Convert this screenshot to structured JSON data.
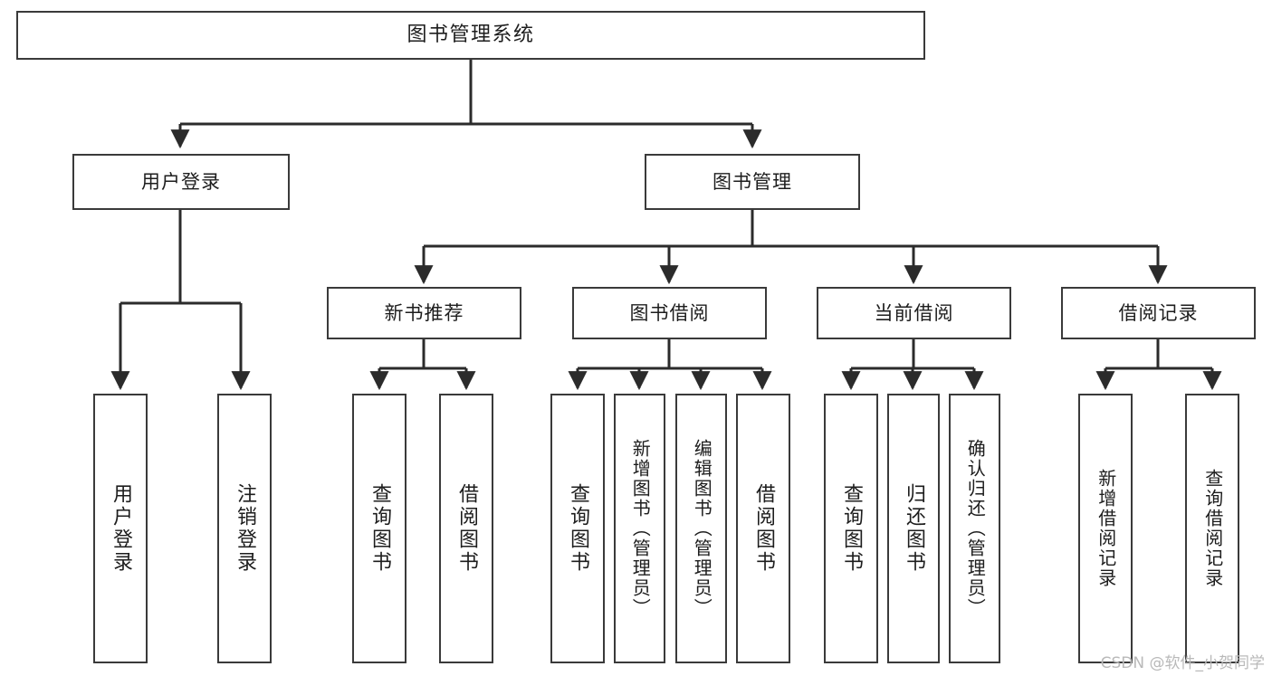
{
  "diagram": {
    "type": "tree",
    "title": "图书管理系统",
    "root": {
      "label": "图书管理系统"
    },
    "level1": [
      {
        "label": "用户登录"
      },
      {
        "label": "图书管理"
      }
    ],
    "level2": [
      {
        "label": "新书推荐"
      },
      {
        "label": "图书借阅"
      },
      {
        "label": "当前借阅"
      },
      {
        "label": "借阅记录"
      }
    ],
    "leaves": {
      "user_login": [
        {
          "label": "用户登录"
        },
        {
          "label": "注销登录"
        }
      ],
      "new_book_recommend": [
        {
          "label": "查询图书"
        },
        {
          "label": "借阅图书"
        }
      ],
      "book_borrow": [
        {
          "label": "查询图书"
        },
        {
          "label": "新增图书（管理员）"
        },
        {
          "label": "编辑图书（管理员）"
        },
        {
          "label": "借阅图书"
        }
      ],
      "current_borrow": [
        {
          "label": "查询图书"
        },
        {
          "label": "归还图书"
        },
        {
          "label": "确认归还（管理员）"
        }
      ],
      "borrow_records": [
        {
          "label": "新增借阅记录"
        },
        {
          "label": "查询借阅记录"
        }
      ]
    }
  },
  "watermark": {
    "text": "CSDN @软件_小贺同学"
  },
  "colors": {
    "box_border": "#3a3a3a",
    "box_fill": "#ffffff",
    "line": "#2b2b2b",
    "text": "#1d1d1d",
    "watermark": "#b9b9b9",
    "background": "#ffffff"
  }
}
